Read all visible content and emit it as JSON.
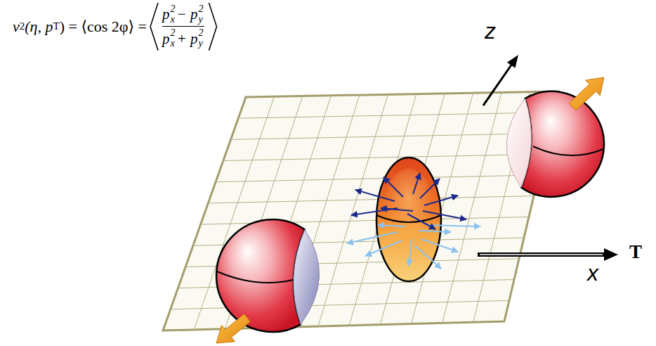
{
  "diagram": {
    "labels": [
      "v",
      "2",
      "(η, p",
      "T",
      ") = ⟨cos 2φ⟩ =",
      "p",
      "2",
      "x",
      "− p",
      "2",
      "y",
      "p",
      "2",
      "x",
      "+ p",
      "2",
      "y",
      "z",
      "x",
      "T"
    ]
  }
}
